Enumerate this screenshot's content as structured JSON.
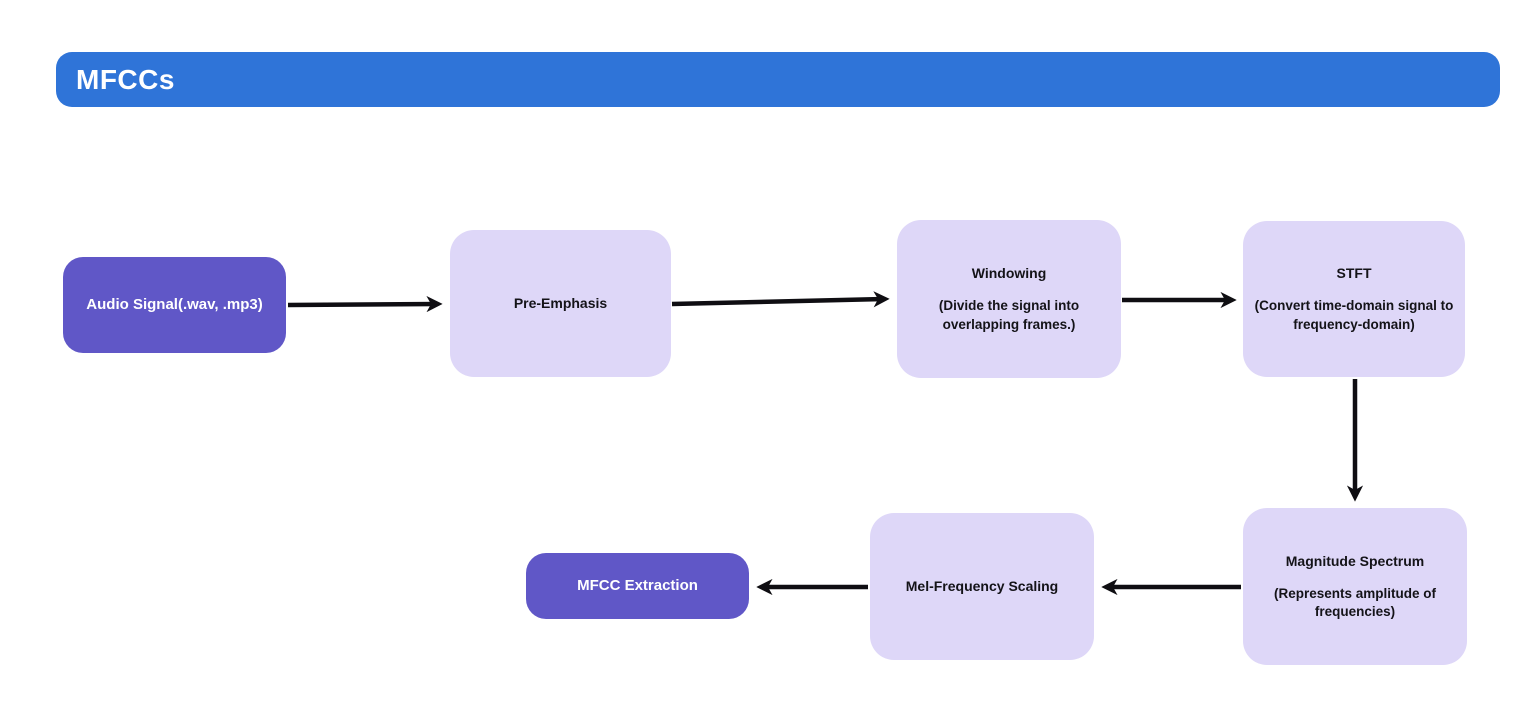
{
  "header": {
    "title": "MFCCs"
  },
  "colors": {
    "header_blue": "#2F74D8",
    "node_purple": "#6057C7",
    "node_lavender": "#DED7F8",
    "arrow_black": "#0F0E12",
    "text_white": "#FFFFFF",
    "text_dark": "#141318"
  },
  "diagram": {
    "nodes": [
      {
        "id": "audio-signal",
        "title": "Audio Signal(.wav, .mp3)"
      },
      {
        "id": "pre-emphasis",
        "title": "Pre-Emphasis"
      },
      {
        "id": "windowing",
        "title": "Windowing",
        "subtitle": "(Divide the signal into\noverlapping frames.)"
      },
      {
        "id": "stft",
        "title": "STFT",
        "subtitle": "(Convert time-domain signal to\nfrequency-domain)"
      },
      {
        "id": "magnitude-spectrum",
        "title": "Magnitude Spectrum",
        "subtitle": "(Represents amplitude of\nfrequencies)"
      },
      {
        "id": "mel-frequency-scaling",
        "title": "Mel-Frequency Scaling"
      },
      {
        "id": "mfcc-extraction",
        "title": "MFCC Extraction"
      }
    ],
    "edges": [
      {
        "from": "audio-signal",
        "to": "pre-emphasis"
      },
      {
        "from": "pre-emphasis",
        "to": "windowing"
      },
      {
        "from": "windowing",
        "to": "stft"
      },
      {
        "from": "stft",
        "to": "magnitude-spectrum"
      },
      {
        "from": "magnitude-spectrum",
        "to": "mel-frequency-scaling"
      },
      {
        "from": "mel-frequency-scaling",
        "to": "mfcc-extraction"
      }
    ]
  }
}
